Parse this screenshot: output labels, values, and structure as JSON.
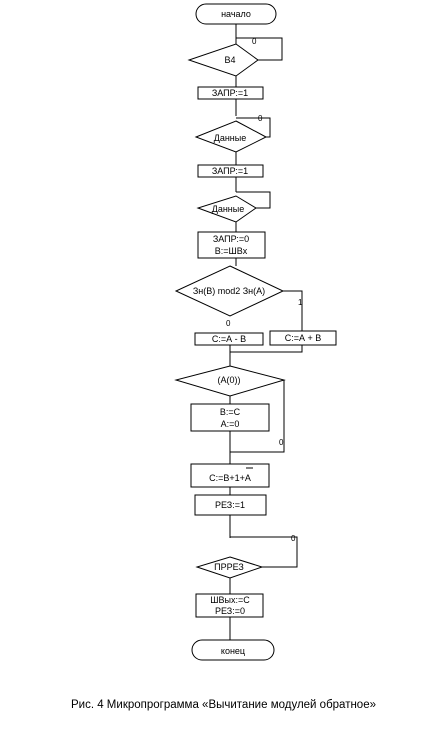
{
  "diagram": {
    "start": "начало",
    "cond_b4": "В4",
    "zapr1a": "ЗАПР:=1",
    "cond_data1": "Данные",
    "zapr1b": "ЗАПР:=1",
    "cond_data2": "Данные",
    "assign1_line1": "ЗАПР:=0",
    "assign1_line2": "В:=ШВх",
    "cond_sign": "Зн(В) mod2 Зн(А)",
    "sub": "С:=А - В",
    "add": "С:=А + В",
    "cond_a0": "(А(0))",
    "assign2_line1": "В:=С",
    "assign2_line2": "А:=0",
    "calc": "С:=В+1+А",
    "res1": "РЕЗ:=1",
    "cond_prez": "ПРРЕЗ",
    "out_line1": "ШВых:=С",
    "out_line2": "РЕЗ:=0",
    "end": "конец",
    "label_zero": "0",
    "label_one": "1"
  },
  "caption": "Рис. 4 Микропрограмма «Вычитание модулей обратное»"
}
